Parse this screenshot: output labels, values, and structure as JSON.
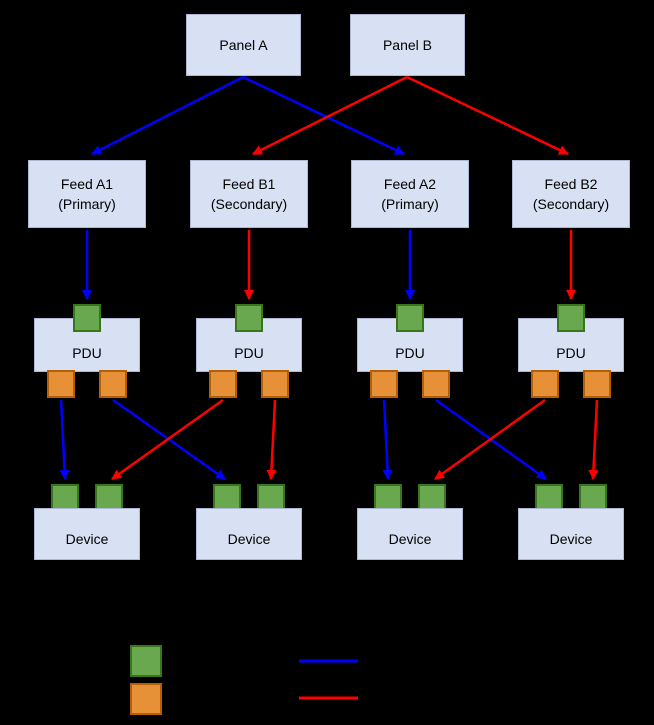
{
  "diagram": {
    "background_color": "#000000",
    "box_fill_color": "#d8e1f3",
    "primary_path_color": "#0000ff",
    "secondary_path_color": "#ff0000",
    "input_port_color": "#6aa84f",
    "output_port_color": "#e69138",
    "panels": [
      {
        "label": "Panel A"
      },
      {
        "label": "Panel B"
      }
    ],
    "feeds": [
      {
        "line1": "Feed A1",
        "line2": "(Primary)"
      },
      {
        "line1": "Feed B1",
        "line2": "(Secondary)"
      },
      {
        "line1": "Feed A2",
        "line2": "(Primary)"
      },
      {
        "line1": "Feed B2",
        "line2": "(Secondary)"
      }
    ],
    "pdus": [
      {
        "label": "PDU"
      },
      {
        "label": "PDU"
      },
      {
        "label": "PDU"
      },
      {
        "label": "PDU"
      }
    ],
    "devices": [
      {
        "label": "Device"
      },
      {
        "label": "Device"
      },
      {
        "label": "Device"
      },
      {
        "label": "Device"
      }
    ],
    "legend": {
      "swatches": [
        {
          "name": "green-input-port",
          "color": "#6aa84f"
        },
        {
          "name": "orange-output-port",
          "color": "#e69138"
        }
      ],
      "lines": [
        {
          "name": "blue-primary-path",
          "color": "#0000ff"
        },
        {
          "name": "red-secondary-path",
          "color": "#ff0000"
        }
      ]
    }
  }
}
